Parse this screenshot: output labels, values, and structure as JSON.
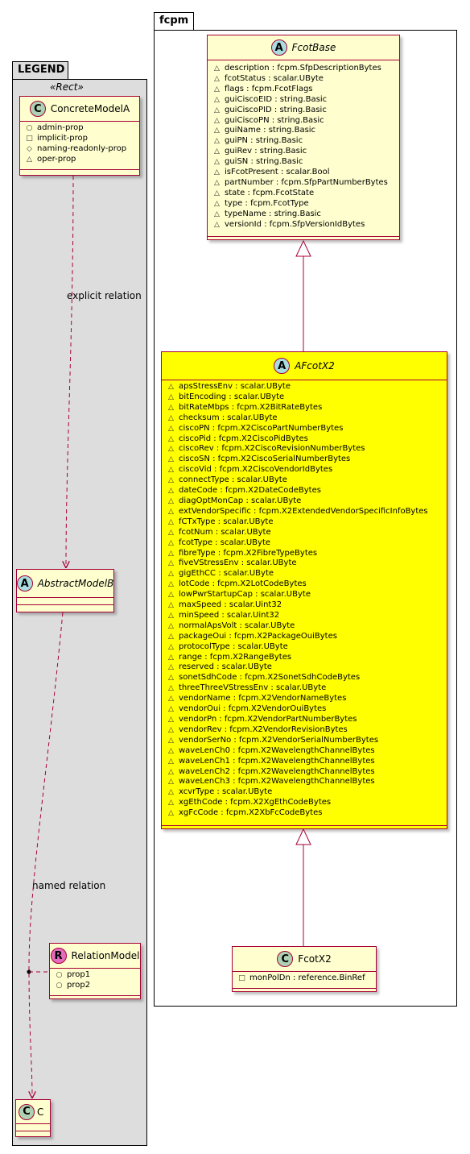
{
  "legend": {
    "package_name": "LEGEND",
    "stereotype": "«Rect»",
    "concrete": {
      "name": "ConcreteModelA",
      "badge": "C",
      "attrs": [
        {
          "vis": "○",
          "text": "admin-prop"
        },
        {
          "vis": "□",
          "text": "implicit-prop"
        },
        {
          "vis": "◇",
          "text": "naming-readonly-prop"
        },
        {
          "vis": "△",
          "text": "oper-prop"
        }
      ]
    },
    "abstract": {
      "name": "AbstractModelB",
      "badge": "A"
    },
    "relation": {
      "name": "RelationModel",
      "badge": "R",
      "attrs": [
        {
          "vis": "○",
          "text": "prop1"
        },
        {
          "vis": "○",
          "text": "prop2"
        }
      ]
    },
    "c": {
      "name": "C",
      "badge": "C"
    },
    "explicit_label": "explicit relation",
    "named_label": "named relation"
  },
  "fcpm": {
    "package_name": "fcpm",
    "fcotbase": {
      "name": "FcotBase",
      "badge": "A",
      "attrs": [
        "description : fcpm.SfpDescriptionBytes",
        "fcotStatus : scalar.UByte",
        "flags : fcpm.FcotFlags",
        "guiCiscoEID : string.Basic",
        "guiCiscoPID : string.Basic",
        "guiCiscoPN : string.Basic",
        "guiName : string.Basic",
        "guiPN : string.Basic",
        "guiRev : string.Basic",
        "guiSN : string.Basic",
        "isFcotPresent : scalar.Bool",
        "partNumber : fcpm.SfpPartNumberBytes",
        "state : fcpm.FcotState",
        "type : fcpm.FcotType",
        "typeName : string.Basic",
        "versionId : fcpm.SfpVersionIdBytes"
      ]
    },
    "afcotx2": {
      "name": "AFcotX2",
      "badge": "A",
      "attrs": [
        "apsStressEnv : scalar.UByte",
        "bitEncoding : scalar.UByte",
        "bitRateMbps : fcpm.X2BitRateBytes",
        "checksum : scalar.UByte",
        "ciscoPN : fcpm.X2CiscoPartNumberBytes",
        "ciscoPid : fcpm.X2CiscoPidBytes",
        "ciscoRev : fcpm.X2CiscoRevisionNumberBytes",
        "ciscoSN : fcpm.X2CiscoSerialNumberBytes",
        "ciscoVid : fcpm.X2CiscoVendorIdBytes",
        "connectType : scalar.UByte",
        "dateCode : fcpm.X2DateCodeBytes",
        "diagOptMonCap : scalar.UByte",
        "extVendorSpecific : fcpm.X2ExtendedVendorSpecificInfoBytes",
        "fCTxType : scalar.UByte",
        "fcotNum : scalar.UByte",
        "fcotType : scalar.UByte",
        "fibreType : fcpm.X2FibreTypeBytes",
        "fiveVStressEnv : scalar.UByte",
        "gigEthCC : scalar.UByte",
        "lotCode : fcpm.X2LotCodeBytes",
        "lowPwrStartupCap : scalar.UByte",
        "maxSpeed : scalar.Uint32",
        "minSpeed : scalar.Uint32",
        "normalApsVolt : scalar.UByte",
        "packageOui : fcpm.X2PackageOuiBytes",
        "protocolType : scalar.UByte",
        "range : fcpm.X2RangeBytes",
        "reserved : scalar.UByte",
        "sonetSdhCode : fcpm.X2SonetSdhCodeBytes",
        "threeThreeVStressEnv : scalar.UByte",
        "vendorName : fcpm.X2VendorNameBytes",
        "vendorOui : fcpm.X2VendorOuiBytes",
        "vendorPn : fcpm.X2VendorPartNumberBytes",
        "vendorRev : fcpm.X2VendorRevisionBytes",
        "vendorSerNo : fcpm.X2VendorSerialNumberBytes",
        "waveLenCh0 : fcpm.X2WavelengthChannelBytes",
        "waveLenCh1 : fcpm.X2WavelengthChannelBytes",
        "waveLenCh2 : fcpm.X2WavelengthChannelBytes",
        "waveLenCh3 : fcpm.X2WavelengthChannelBytes",
        "xcvrType : scalar.UByte",
        "xgEthCode : fcpm.X2XgEthCodeBytes",
        "xgFcCode : fcpm.X2XbFcCodeBytes"
      ]
    },
    "fcotx2": {
      "name": "FcotX2",
      "badge": "C",
      "attrs": [
        {
          "vis": "□",
          "text": "monPolDn : reference.BinRef"
        }
      ]
    }
  },
  "colors": {
    "class_fill": "#fefece",
    "highlight_fill": "#ffff00",
    "border": "#a80036",
    "legend_bg": "#dddddd"
  }
}
